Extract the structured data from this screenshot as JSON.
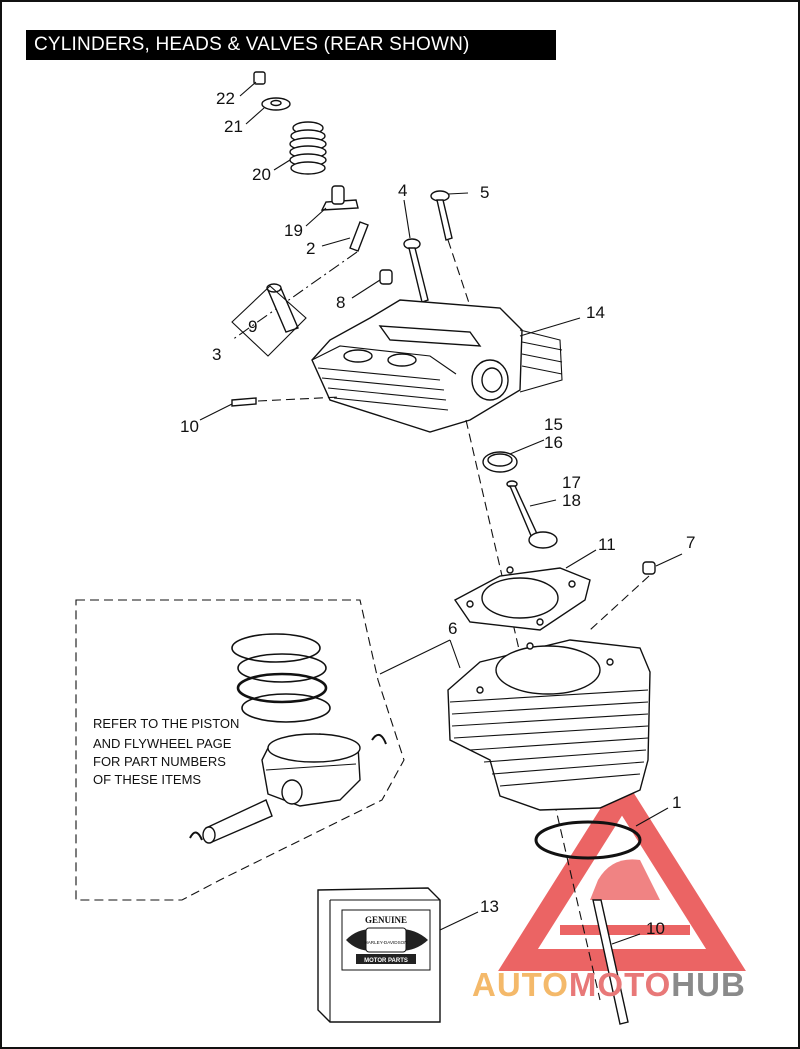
{
  "title": "CYLINDERS, HEADS & VALVES (REAR SHOWN)",
  "callouts": [
    "22",
    "21",
    "20",
    "19",
    "2",
    "4",
    "5",
    "8",
    "9",
    "3",
    "14",
    "10",
    "15",
    "16",
    "17",
    "18",
    "11",
    "7",
    "6",
    "1",
    "13",
    "10"
  ],
  "note": {
    "lines": [
      "REFER TO THE PISTON",
      "AND FLYWHEEL PAGE",
      "FOR PART NUMBERS",
      "OF THESE ITEMS"
    ]
  },
  "badge": {
    "top_text": "GENUINE",
    "mid_text": "HARLEY-DAVIDSON",
    "bottom_text": "MOTOR PARTS"
  },
  "watermark": {
    "part1": "AUTO",
    "part2": "MOTO",
    "part3": "HUB",
    "colors": {
      "part1": "#f4b96a",
      "part2": "#e87878",
      "part3": "#8a8a8a",
      "triangle": "#e84a4a"
    }
  }
}
